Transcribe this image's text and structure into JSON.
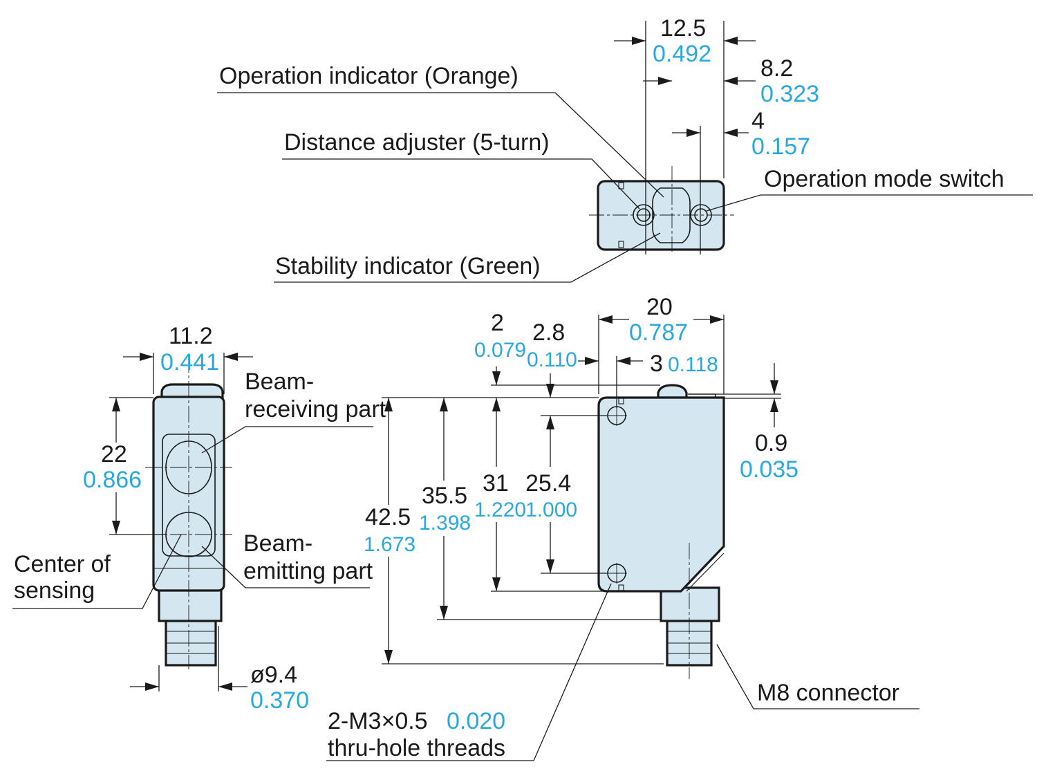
{
  "colors": {
    "outline": "#1a1a1a",
    "body": "#d4e7f1",
    "inch": "#29a8e0"
  },
  "top_view": {
    "w_mm": "12.5",
    "w_in": "0.492",
    "a_mm": "8.2",
    "a_in": "0.323",
    "b_mm": "4",
    "b_in": "0.157",
    "labels": {
      "operation_indicator": "Operation indicator (Orange)",
      "distance_adjuster": "Distance adjuster (5-turn)",
      "operation_mode_switch": "Operation mode switch",
      "stability_indicator": "Stability indicator (Green)"
    }
  },
  "front_view": {
    "w_mm": "11.2",
    "w_in": "0.441",
    "h_mm": "22",
    "h_in": "0.866",
    "d_mm": "ø9.4",
    "d_in": "0.370",
    "labels": {
      "beam_receiving_1": "Beam-",
      "beam_receiving_2": "receiving part",
      "beam_emitting_1": "Beam-",
      "beam_emitting_2": "emitting part",
      "center_1": "Center of",
      "center_2": "sensing"
    }
  },
  "side_view": {
    "w_mm": "20",
    "w_in": "0.787",
    "t1_mm": "2",
    "t1_in": "0.079",
    "t2_mm": "2.8",
    "t2_in": "0.110",
    "t3_mm": "3",
    "t3_in": "0.118",
    "t4_mm": "0.9",
    "t4_in": "0.035",
    "h1_mm": "42.5",
    "h1_in": "1.673",
    "h2_mm": "35.5",
    "h2_in": "1.398",
    "h3_mm": "31",
    "h3_in": "1.220",
    "h4_mm": "25.4",
    "h4_in": "1.000",
    "labels": {
      "m8": "M8 connector",
      "thread_mm": "2-M3×0.5",
      "thread_in": "0.020",
      "thread_2": "thru-hole threads"
    }
  }
}
